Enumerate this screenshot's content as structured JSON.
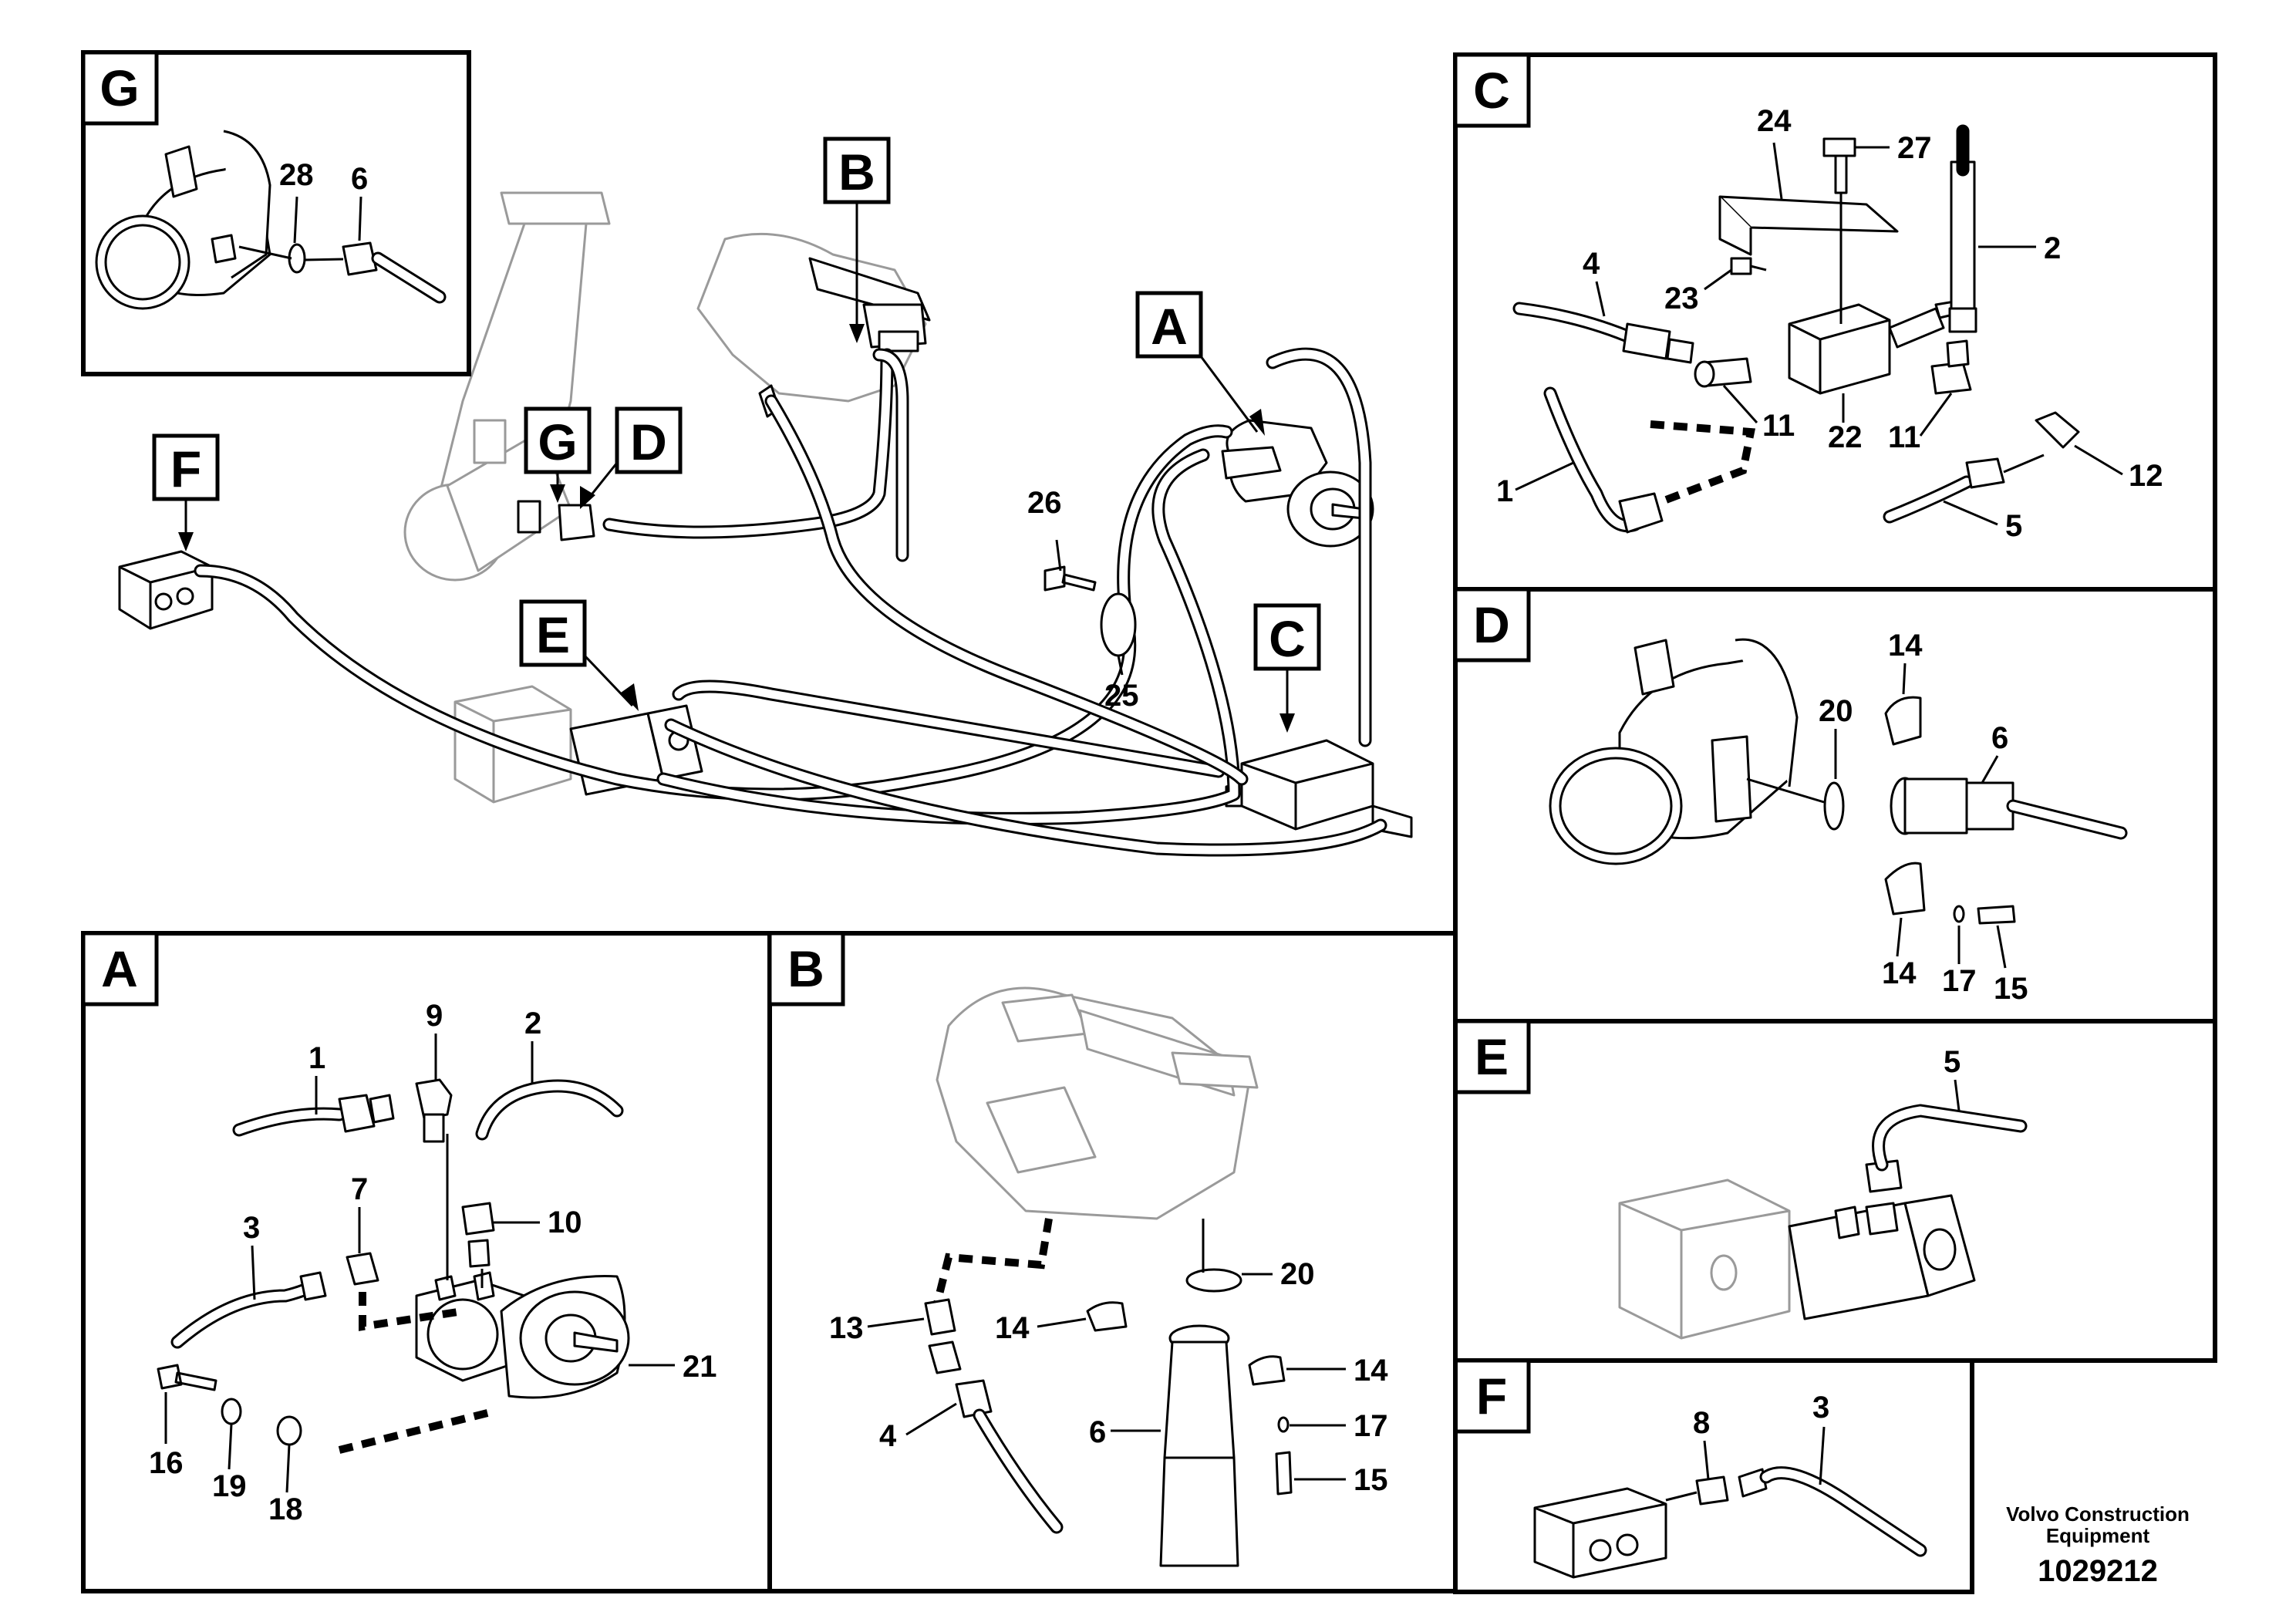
{
  "detail_labels": {
    "A": "A",
    "B": "B",
    "C": "C",
    "D": "D",
    "E": "E",
    "F": "F",
    "G": "G"
  },
  "main_view": {
    "label_A": "A",
    "label_B": "B",
    "label_C": "C",
    "label_D": "D",
    "label_E": "E",
    "label_F": "F",
    "label_G": "G",
    "callouts": {
      "c26": "26",
      "c25": "25"
    }
  },
  "panel_G": {
    "callouts": {
      "c28": "28",
      "c6": "6"
    }
  },
  "panel_C": {
    "callouts": {
      "c24": "24",
      "c27": "27",
      "c2": "2",
      "c4": "4",
      "c23": "23",
      "c11a": "11",
      "c22": "22",
      "c11b": "11",
      "c12": "12",
      "c1": "1",
      "c5": "5"
    }
  },
  "panel_D": {
    "callouts": {
      "c14a": "14",
      "c20": "20",
      "c6": "6",
      "c14b": "14",
      "c17": "17",
      "c15": "15"
    }
  },
  "panel_E": {
    "callouts": {
      "c5": "5"
    }
  },
  "panel_F": {
    "callouts": {
      "c8": "8",
      "c3": "3"
    }
  },
  "panel_A": {
    "callouts": {
      "c9": "9",
      "c2": "2",
      "c1": "1",
      "c7": "7",
      "c10": "10",
      "c3": "3",
      "c21": "21",
      "c16": "16",
      "c19": "19",
      "c18": "18"
    }
  },
  "panel_B": {
    "callouts": {
      "c20": "20",
      "c13": "13",
      "c14a": "14",
      "c14b": "14",
      "c17": "17",
      "c4": "4",
      "c6": "6",
      "c15": "15"
    }
  },
  "footer": {
    "company": "Volvo Construction",
    "company_line2": "Equipment",
    "drawing_number": "1029212"
  }
}
